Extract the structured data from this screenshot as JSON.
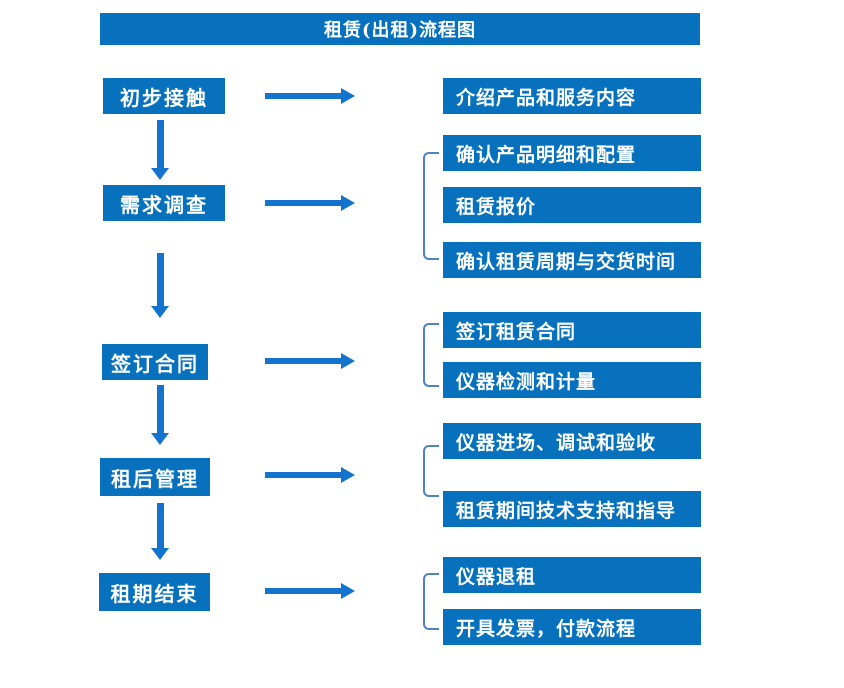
{
  "title": "租赁(出租)流程图",
  "colors": {
    "box_blue": "#0771be",
    "arrow_blue": "#1373cd",
    "bracket_blue": "#4d82c4",
    "text_white": "#ffffff",
    "background": "#ffffff"
  },
  "steps": [
    {
      "label": "初步接触",
      "outputs": [
        "介绍产品和服务内容"
      ]
    },
    {
      "label": "需求调查",
      "outputs": [
        "确认产品明细和配置",
        "租赁报价",
        "确认租赁周期与交货时间"
      ]
    },
    {
      "label": "签订合同",
      "outputs": [
        "签订租赁合同",
        "仪器检测和计量"
      ]
    },
    {
      "label": "租后管理",
      "outputs": [
        "仪器进场、调试和验收",
        "租赁期间技术支持和指导"
      ]
    },
    {
      "label": "租期结束",
      "outputs": [
        "仪器退租",
        "开具发票，付款流程"
      ]
    }
  ]
}
